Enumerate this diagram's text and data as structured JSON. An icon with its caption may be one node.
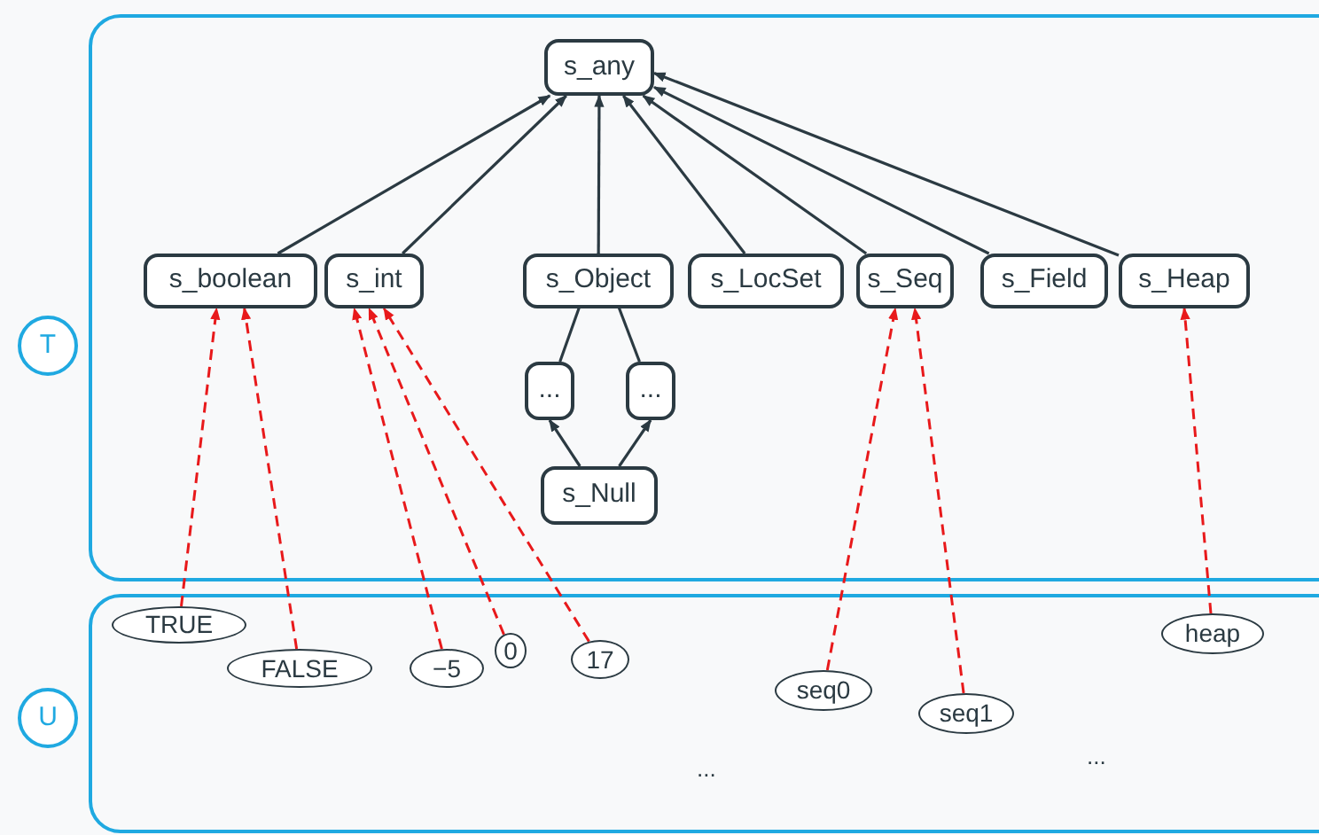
{
  "diagram": {
    "nodes": [
      {
        "text": [
          "T"
        ]
      },
      {
        "text": [
          "s_any"
        ],
        "in": 0
      },
      {
        "text": [
          "s_boolean"
        ],
        "in": 0
      },
      {
        "text": [
          "s_int"
        ],
        "in": 0
      },
      {
        "text": [
          "s_Object"
        ],
        "in": 0
      },
      {
        "text": [
          "s_LocSet"
        ],
        "in": 0
      },
      {
        "text": [
          "s_Seq"
        ],
        "in": 0
      },
      {
        "text": [
          "s_Field"
        ],
        "in": 0
      },
      {
        "text": [
          "s_Heap"
        ],
        "in": 0
      },
      {
        "text": [
          "..."
        ],
        "in": 0
      },
      {
        "text": [
          "..."
        ],
        "in": 0
      },
      {
        "text": [
          "s_Null"
        ],
        "in": 0
      },
      {
        "text": [
          "U"
        ]
      },
      {
        "text": [
          "TRUE"
        ],
        "in": 12
      },
      {
        "text": [
          "FALSE"
        ],
        "in": 12
      },
      {
        "text": [
          "−5"
        ],
        "in": 12
      },
      {
        "text": [
          "0"
        ],
        "in": 12
      },
      {
        "text": [
          "17"
        ],
        "in": 12
      },
      {
        "text": [
          "seq0"
        ],
        "in": 12
      },
      {
        "text": [
          "seq1"
        ],
        "in": 12
      },
      {
        "text": [
          "heap"
        ],
        "in": 12
      }
    ],
    "edges": [
      {
        "from": 2,
        "to": 1,
        "arrow": "to"
      },
      {
        "from": 3,
        "to": 1,
        "arrow": "to"
      },
      {
        "from": 4,
        "to": 1,
        "arrow": "to"
      },
      {
        "from": 5,
        "to": 1,
        "arrow": "to"
      },
      {
        "from": 6,
        "to": 1,
        "arrow": "to"
      },
      {
        "from": 7,
        "to": 1,
        "arrow": "to"
      },
      {
        "from": 8,
        "to": 1,
        "arrow": "to"
      },
      {
        "from": 9,
        "to": 4,
        "arrow": "to"
      },
      {
        "from": 10,
        "to": 4,
        "arrow": "to"
      },
      {
        "from": 11,
        "to": 9,
        "arrow": "to"
      },
      {
        "from": 11,
        "to": 10,
        "arrow": "to"
      },
      {
        "from": 13,
        "to": 2,
        "arrow": "to",
        "style": "dashed",
        "color": "#e8191b"
      },
      {
        "from": 14,
        "to": 2,
        "arrow": "to",
        "style": "dashed",
        "color": "#e8191b"
      },
      {
        "from": 15,
        "to": 3,
        "arrow": "to",
        "style": "dashed",
        "color": "#e8191b"
      },
      {
        "from": 16,
        "to": 3,
        "arrow": "to",
        "style": "dashed",
        "color": "#e8191b"
      },
      {
        "from": 17,
        "to": 3,
        "arrow": "to",
        "style": "dashed",
        "color": "#e8191b"
      },
      {
        "from": 18,
        "to": 6,
        "arrow": "to",
        "style": "dashed",
        "color": "#e8191b"
      },
      {
        "from": 19,
        "to": 6,
        "arrow": "to",
        "style": "dashed",
        "color": "#e8191b"
      },
      {
        "from": 20,
        "to": 8,
        "arrow": "to",
        "style": "dashed",
        "color": "#e8191b"
      }
    ],
    "labels": [
      "...",
      "..."
    ]
  }
}
